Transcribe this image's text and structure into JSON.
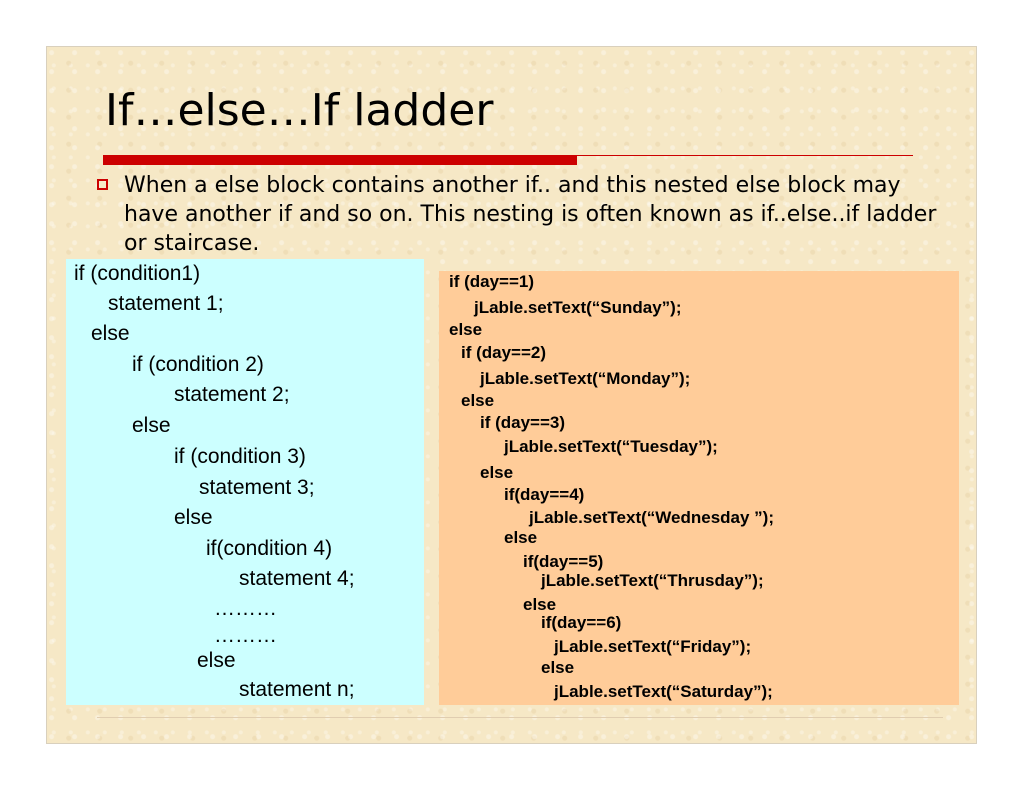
{
  "slide": {
    "title": "If…else…If ladder",
    "bullet": "When a else block contains another if.. and this nested else block may have another if and so on. This nesting is often known as if..else..if ladder or staircase."
  },
  "code_left": [
    "if (condition1)",
    "statement 1;",
    "else",
    "if (condition 2)",
    "statement 2;",
    "else",
    "if (condition 3)",
    "statement 3;",
    "else",
    "if(condition 4)",
    "statement 4;",
    "………",
    "………",
    "else",
    "statement n;"
  ],
  "code_right": [
    "if (day==1)",
    "jLable.setText(“Sunday”);",
    "else",
    "if (day==2)",
    "jLable.setText(“Monday”);",
    "else",
    "if (day==3)",
    "jLable.setText(“Tuesday”);",
    "else",
    "if(day==4)",
    "jLable.setText(“Wednesday ”);",
    "else",
    "if(day==5)",
    "jLable.setText(“Thrusday”);",
    "else",
    "if(day==6)",
    "jLable.setText(“Friday”);",
    "else",
    "jLable.setText(“Saturday”);"
  ],
  "colors": {
    "slide_background": "#f6e8c6",
    "accent": "#cc0000",
    "left_code_box": "#ccffff",
    "right_code_box": "#ffcc99"
  }
}
